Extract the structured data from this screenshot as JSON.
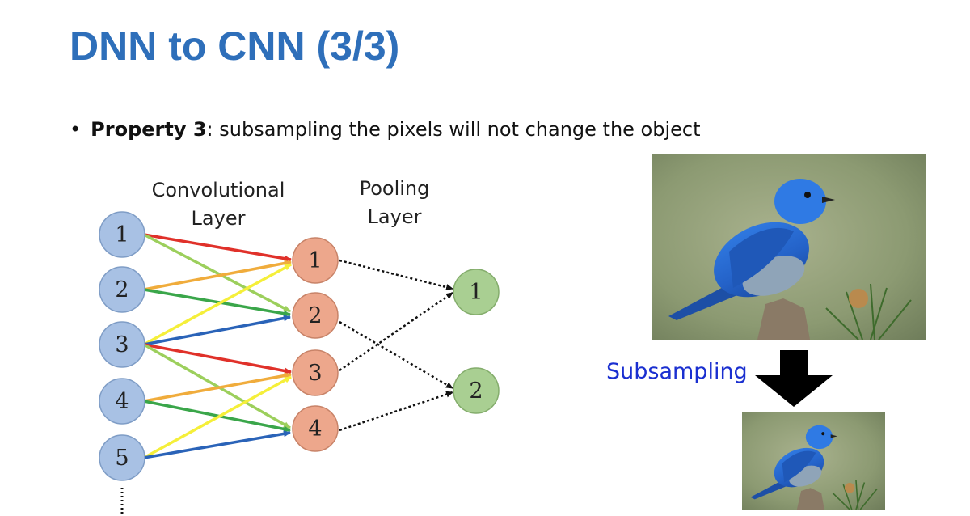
{
  "slide": {
    "title": "DNN to CNN (3/3)",
    "bullet_symbol": "•",
    "bullet_bold": "Property 3",
    "bullet_rest": ": subsampling the pixels will not change the object"
  },
  "diagram": {
    "conv_label_line1": "Convolutional",
    "conv_label_line2": "Layer",
    "pool_label_line1": "Pooling",
    "pool_label_line2": "Layer",
    "input_nodes": [
      "1",
      "2",
      "3",
      "4",
      "5"
    ],
    "conv_nodes": [
      "1",
      "2",
      "3",
      "4"
    ],
    "pool_nodes": [
      "1",
      "2"
    ],
    "colors": {
      "input_fill": "#a8c1e4",
      "conv_fill": "#eda78c",
      "pool_fill": "#a9cf92",
      "red": "#e0312a",
      "orange": "#f0ac3c",
      "green": "#3aa64a",
      "lightgreen": "#9ccf5c",
      "yellow": "#f5ef3a",
      "blue": "#2a63b8"
    }
  },
  "photo_section": {
    "subsampling_label": "Subsampling",
    "large_image": "bluebird-photo",
    "small_image": "bluebird-photo-subsampled",
    "arrow_icon": "down-arrow-icon"
  }
}
